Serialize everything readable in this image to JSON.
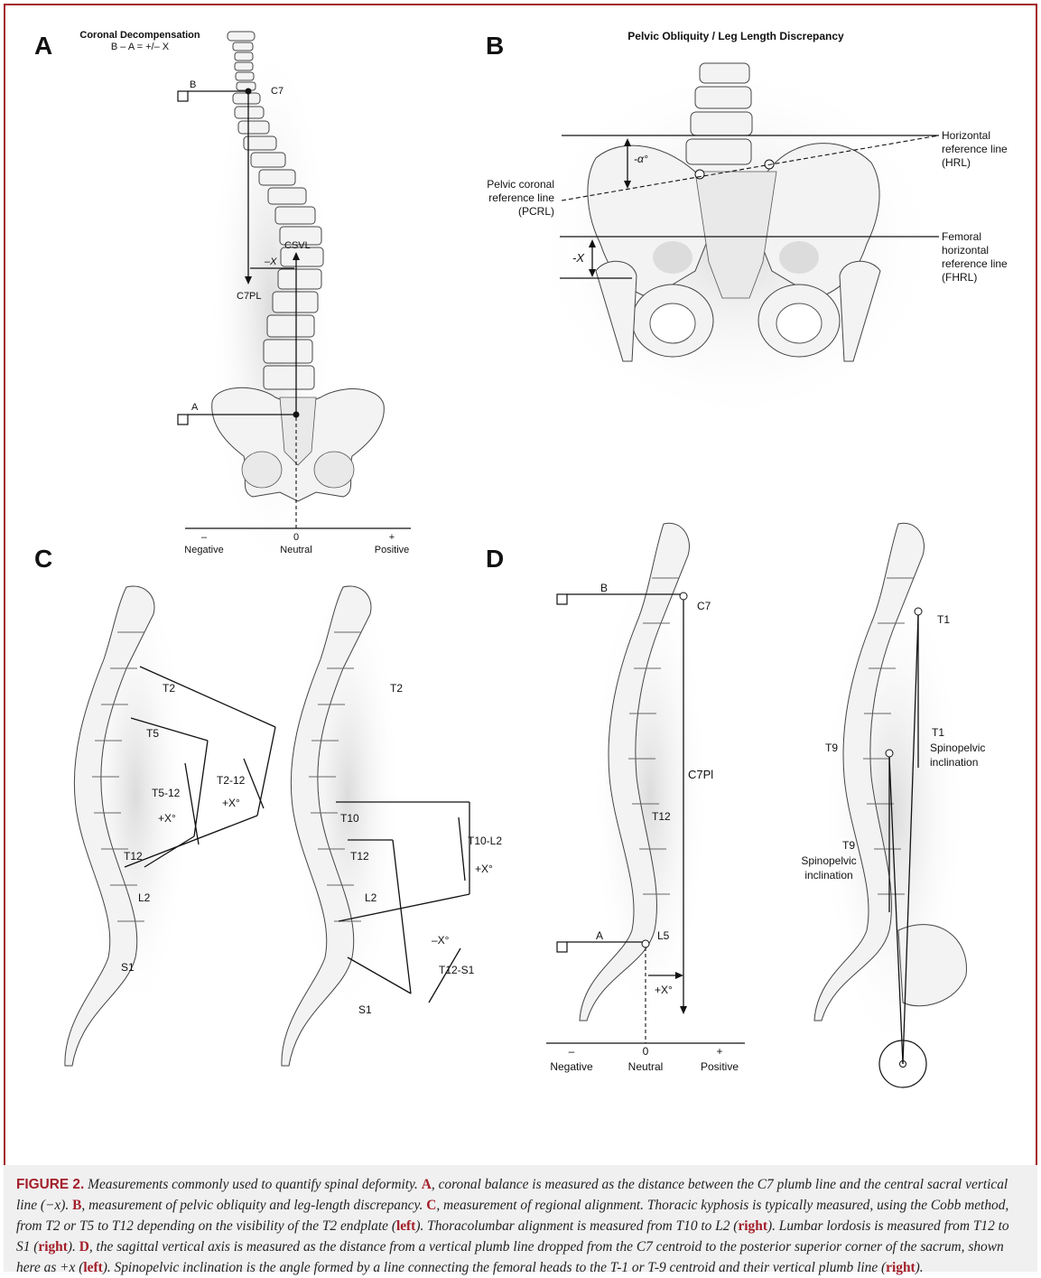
{
  "panelA": {
    "letter": "A",
    "title": "Coronal Decompensation",
    "formula": "B – A = +/– X",
    "labels": {
      "b": "B",
      "c7": "C7",
      "csvl": "CSVL",
      "minus_x": "–X",
      "c7pl": "C7PL",
      "a": "A"
    },
    "scale": {
      "minus": "–",
      "zero": "0",
      "plus": "+",
      "negative": "Negative",
      "neutral": "Neutral",
      "positive": "Positive"
    }
  },
  "panelB": {
    "letter": "B",
    "title": "Pelvic Obliquity / Leg Length Discrepancy",
    "alpha": "-α°",
    "x": "-X",
    "pcrl": [
      "Pelvic coronal",
      "reference line",
      "(PCRL)"
    ],
    "hrl": [
      "Horizontal",
      "reference line",
      "(HRL)"
    ],
    "fhrl": [
      "Femoral",
      "horizontal",
      "reference line",
      "(FHRL)"
    ]
  },
  "panelC": {
    "letter": "C",
    "left": {
      "t2": "T2",
      "t5": "T5",
      "t5_12": "T5-12",
      "t2_12": "T2-12",
      "plus_x1": "+X°",
      "plus_x2": "+X°",
      "t12": "T12",
      "l2": "L2",
      "s1": "S1"
    },
    "right": {
      "t2": "T2",
      "t10": "T10",
      "t10_l2": "T10-L2",
      "plus_x": "+X°",
      "t12": "T12",
      "l2": "L2",
      "minus_x": "–X°",
      "t12_s1": "T12-S1",
      "s1": "S1"
    }
  },
  "panelD": {
    "letter": "D",
    "left": {
      "b": "B",
      "c7": "C7",
      "c7pl": "C7Pl",
      "t12": "T12",
      "a": "A",
      "l5": "L5",
      "plus_x": "+X°"
    },
    "scale": {
      "minus": "–",
      "zero": "0",
      "plus": "+",
      "negative": "Negative",
      "neutral": "Neutral",
      "positive": "Positive"
    },
    "right": {
      "t1": "T1",
      "t1b": "T1",
      "spino1": [
        "Spinopelvic",
        "inclination"
      ],
      "t9": "T9",
      "t9b": "T9",
      "spino2": [
        "Spinopelvic",
        "inclination"
      ]
    }
  },
  "caption": {
    "figure_label": "FIGURE 2.",
    "lead": "Measurements commonly used to quantify spinal deformity.",
    "a": "A",
    "a_text": ", coronal balance is measured as the distance between the C7 plumb line and the central sacral vertical line (−x).",
    "b": "B",
    "b_text": ", measurement of pelvic obliquity and leg-length discrepancy.",
    "c": "C",
    "c_text": ", measurement of regional alignment. Thoracic kyphosis is typically measured, using the Cobb method, from T2 or T5 to T12 depending on the visibility of the T2 endplate (",
    "left1": "left",
    "c_text2": "). Thoracolumbar alignment is measured from T10 to L2 (",
    "right1": "right",
    "c_text3": "). Lumbar lordosis is measured from T12 to S1 (",
    "right2": "right",
    "c_text4": ").",
    "d": "D",
    "d_text": ", the sagittal vertical axis is measured as the distance from a vertical plumb line dropped from the C7 centroid to the posterior superior corner of the sacrum, shown here as +x (",
    "left2": "left",
    "d_text2": "). Spinopelvic inclination is the angle formed by a line connecting the femoral heads to the T-1 or T-9 centroid and their vertical plumb line (",
    "right3": "right",
    "d_text3": ")."
  },
  "colors": {
    "accent": "#a31f2a",
    "caption_bg": "#f0f0f0"
  }
}
